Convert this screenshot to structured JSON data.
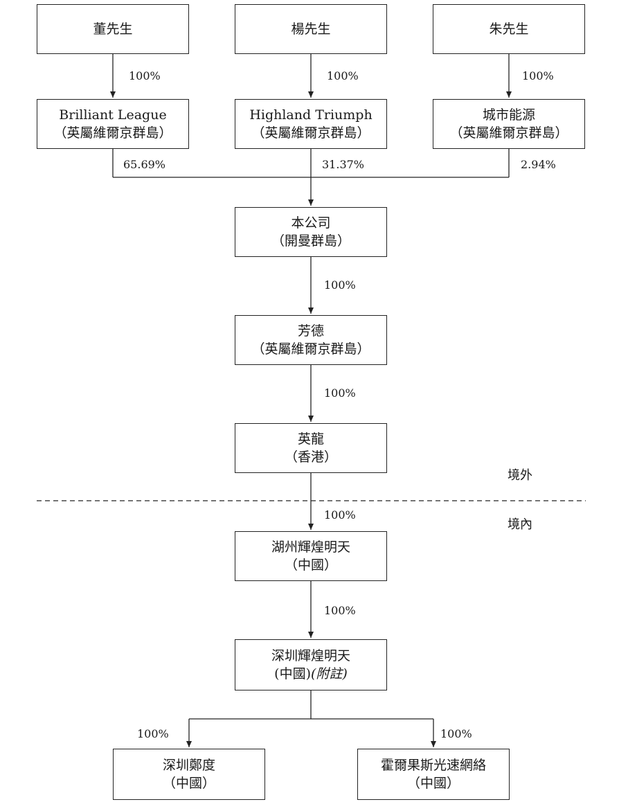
{
  "shareholders": [
    {
      "name": "董先生"
    },
    {
      "name": "楊先生"
    },
    {
      "name": "朱先生"
    }
  ],
  "holding_companies": [
    {
      "name": "Brilliant League",
      "place": "（英屬維爾京群島）"
    },
    {
      "name": "Highland Triumph",
      "place": "（英屬維爾京群島）"
    },
    {
      "name": "城市能源",
      "place": "（英屬維爾京群島）"
    }
  ],
  "company": {
    "name": "本公司",
    "place": "（開曼群島）"
  },
  "fangde": {
    "name": "芳德",
    "place": "（英屬維爾京群島）"
  },
  "yinglong": {
    "name": "英龍",
    "place": "（香港）"
  },
  "huzhou": {
    "name": "湖州輝煌明天",
    "place": "（中國）"
  },
  "shenzhen": {
    "name": "深圳輝煌明天",
    "place": "(中國)",
    "note": "(附註)"
  },
  "shenzhen_zhengdu": {
    "name": "深圳鄭度",
    "place": "（中國）"
  },
  "horgos": {
    "name": "霍爾果斯光速網絡",
    "place": "（中國）"
  },
  "ownership": {
    "shareholder_to_holding": [
      "100%",
      "100%",
      "100%"
    ],
    "holding_to_company": [
      "65.69%",
      "31.37%",
      "2.94%"
    ],
    "company_to_fangde": "100%",
    "fangde_to_yinglong": "100%",
    "yinglong_to_huzhou": "100%",
    "huzhou_to_shenzhen": "100%",
    "shenzhen_to_zhengdu": "100%",
    "shenzhen_to_horgos": "100%"
  },
  "zones": {
    "offshore": "境外",
    "onshore": "境內"
  }
}
